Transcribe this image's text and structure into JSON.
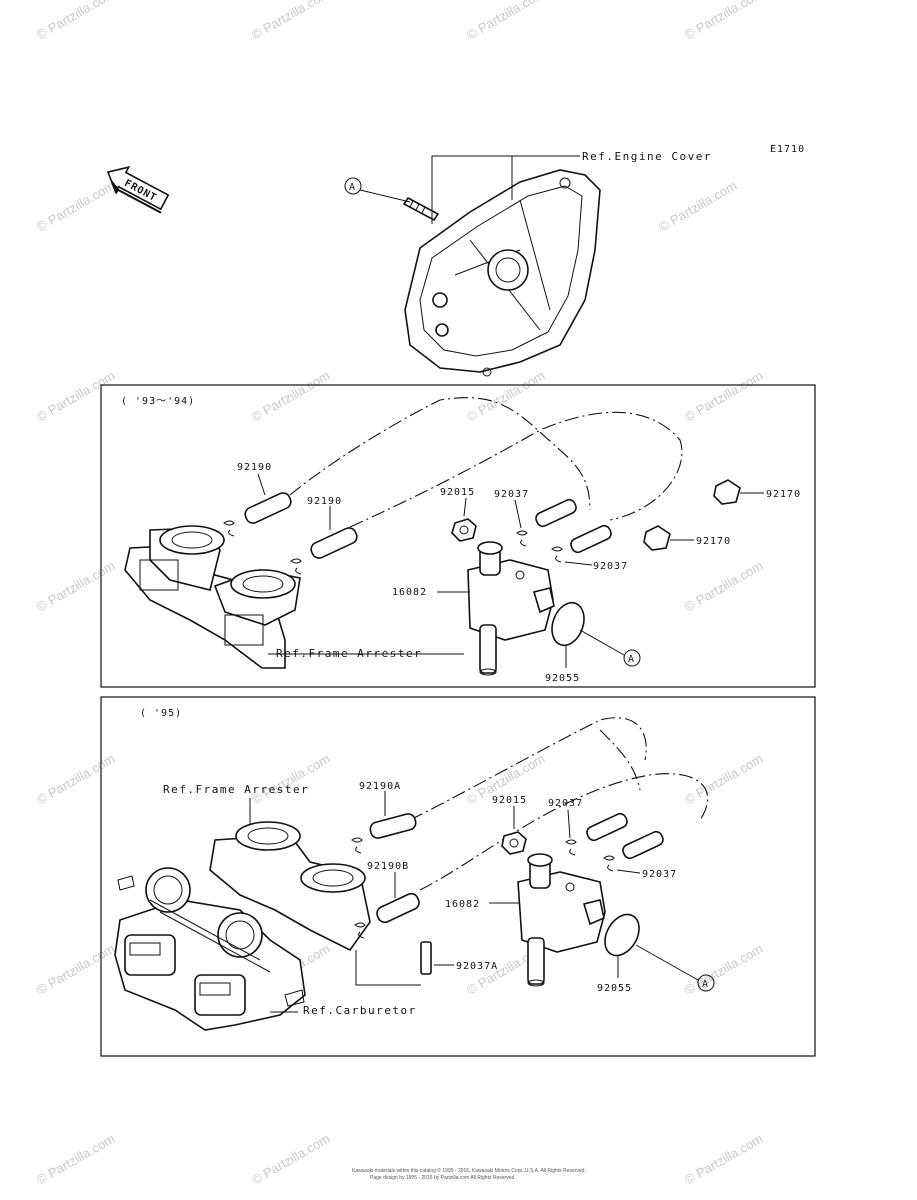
{
  "diagram_code": "E1710",
  "front_badge": "FRONT",
  "callout_letter": "A",
  "refs": {
    "engine_cover": "Ref.Engine Cover",
    "frame_arrester": "Ref.Frame Arrester",
    "carburetor": "Ref.Carburetor"
  },
  "panel_top": {
    "years": "( '93～'94)",
    "parts": {
      "p92190a": "92190",
      "p92190b": "92190",
      "p92015": "92015",
      "p92037a": "92037",
      "p92037b": "92037",
      "p92170a": "92170",
      "p92170b": "92170",
      "p16082": "16082",
      "p92055": "92055"
    }
  },
  "panel_bottom": {
    "years": "( '95)",
    "parts": {
      "p92190A": "92190A",
      "p92190B": "92190B",
      "p92015": "92015",
      "p92037a": "92037",
      "p92037b": "92037",
      "p92037A": "92037A",
      "p16082": "16082",
      "p92055": "92055"
    }
  },
  "watermark": "© Partzilla.com",
  "footer": {
    "line1": "Kawasaki materials within this catalog © 1995 - 2016, Kawasaki Motors Corp.,U.S.A. All Rights Reserved.",
    "line2": "Page design by 1995 - 2016 by Partzilla.com All Rights Reserved."
  }
}
